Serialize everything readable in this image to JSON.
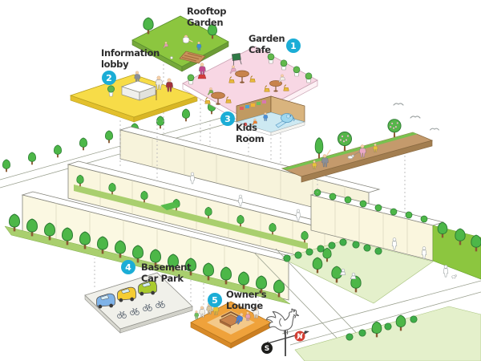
{
  "diagram": {
    "kind": "isometric residential complex facilities map",
    "amenities": [
      {
        "name": "Rooftop Garden",
        "line1": "Rooftop",
        "line2": "Garden",
        "badge": ""
      },
      {
        "name": "Garden Cafe",
        "line1": "Garden",
        "line2": "Cafe",
        "badge": "1"
      },
      {
        "name": "Information lobby",
        "line1": "Information",
        "line2": "lobby",
        "badge": "2"
      },
      {
        "name": "Kids Room",
        "line1": "Kids",
        "line2": "Room",
        "badge": "3"
      },
      {
        "name": "Basement Car Park",
        "line1": "Basement",
        "line2": "Car Park",
        "badge": "4"
      },
      {
        "name": "Owner's Lounge",
        "line1": "Owner's",
        "line2": "Lounge",
        "badge": "5"
      }
    ],
    "compass": {
      "south": "S",
      "north": "N"
    },
    "colors": {
      "badge": "#1badd6",
      "rooftop_garden_platform": "#8cc63f",
      "garden_cafe_platform": "#f8d7e4",
      "information_lobby_platform": "#f7dc48",
      "kids_room_floor": "#cde9f2",
      "rooftop_walkway": "#c49a6c",
      "car_park_platform": "#f0f0ea",
      "owners_lounge_platform": "#efa23b",
      "building": "#fbf7df",
      "tree": "#4db748",
      "lawn": "#e4f0cb",
      "compass_south_marker": "#1d1d1b",
      "compass_north_marker": "#d23f33"
    }
  }
}
